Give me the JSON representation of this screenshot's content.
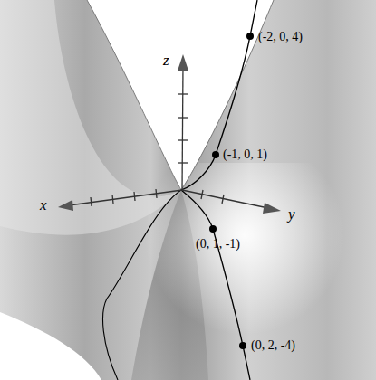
{
  "diagram": {
    "labels": [
      "z",
      "x",
      "y",
      "(-2, 0, 4)",
      "(-1, 0, 1)",
      "(0, 1, -1)",
      "(0, 2, -4)"
    ]
  }
}
